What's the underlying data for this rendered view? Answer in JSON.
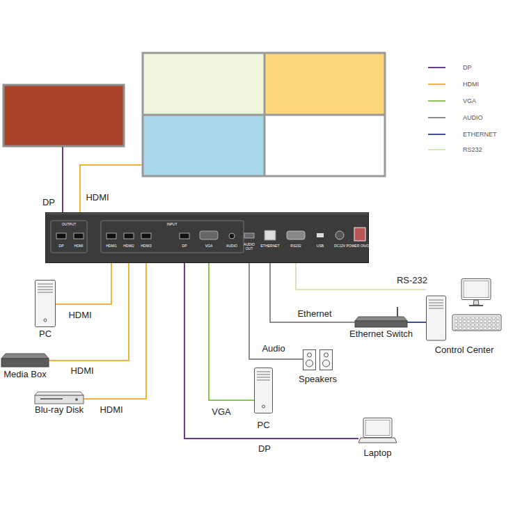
{
  "diagram": {
    "nodes": [
      {
        "text": [
          "OUTPUT",
          "DP",
          "HDMI",
          "INPUT",
          "HDMI1",
          "HDMI2",
          "HDMI3",
          "DP",
          "VGA",
          "AUDIO",
          "AUDIO OUT",
          "ETHERNET",
          "RS232",
          "USB",
          "DC12V",
          "POWER ON/OFF"
        ]
      },
      {
        "text": [
          "PC"
        ]
      },
      {
        "text": [
          "Media Box"
        ]
      },
      {
        "text": [
          "Blu-ray Disk"
        ]
      },
      {
        "text": [
          "PC"
        ]
      },
      {
        "text": [
          "Laptop"
        ]
      },
      {
        "text": [
          "Speakers"
        ]
      },
      {
        "text": [
          "Ethernet Switch"
        ]
      },
      {
        "text": [
          "Control Center"
        ]
      }
    ],
    "edges": [
      {
        "from": 1,
        "to": 0,
        "arrow": "none",
        "label": "HDMI"
      },
      {
        "from": 2,
        "to": 0,
        "arrow": "none",
        "label": "HDMI"
      },
      {
        "from": 3,
        "to": 0,
        "arrow": "none",
        "label": "HDMI"
      },
      {
        "from": 4,
        "to": 0,
        "arrow": "none",
        "label": "VGA"
      },
      {
        "from": 5,
        "to": 0,
        "arrow": "none",
        "label": "DP"
      },
      {
        "from": 0,
        "to": 6,
        "arrow": "none",
        "label": "Audio"
      },
      {
        "from": 0,
        "to": 7,
        "arrow": "none",
        "label": "Ethernet"
      },
      {
        "from": 7,
        "to": 8,
        "arrow": "none"
      },
      {
        "from": 0,
        "to": 8,
        "arrow": "none",
        "label": "RS-232"
      }
    ],
    "labels": [
      "DP",
      "HDMI"
    ],
    "legend": [
      {
        "text": "DP"
      },
      {
        "text": "HDMI"
      },
      {
        "text": "VGA"
      },
      {
        "text": "AUDIO"
      },
      {
        "text": "ETHERNET"
      },
      {
        "text": "RS232"
      }
    ]
  }
}
